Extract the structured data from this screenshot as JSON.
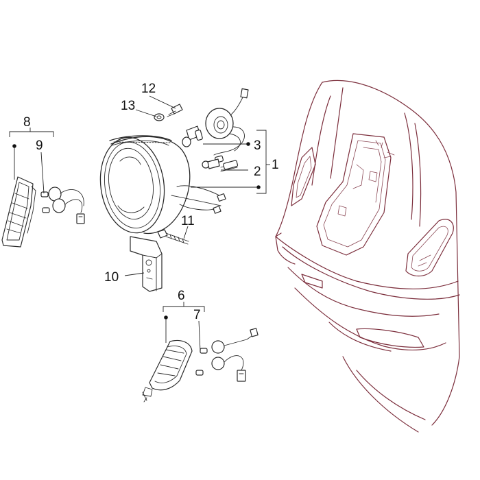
{
  "callouts": {
    "c1": "1",
    "c2": "2",
    "c3": "3",
    "c6": "6",
    "c7": "7",
    "c8": "8",
    "c9": "9",
    "c10": "10",
    "c11": "11",
    "c12": "12",
    "c13": "13"
  },
  "colors": {
    "line": "#2a2a2a",
    "scooter_outline": "#7b2d3b",
    "background": "#ffffff"
  }
}
